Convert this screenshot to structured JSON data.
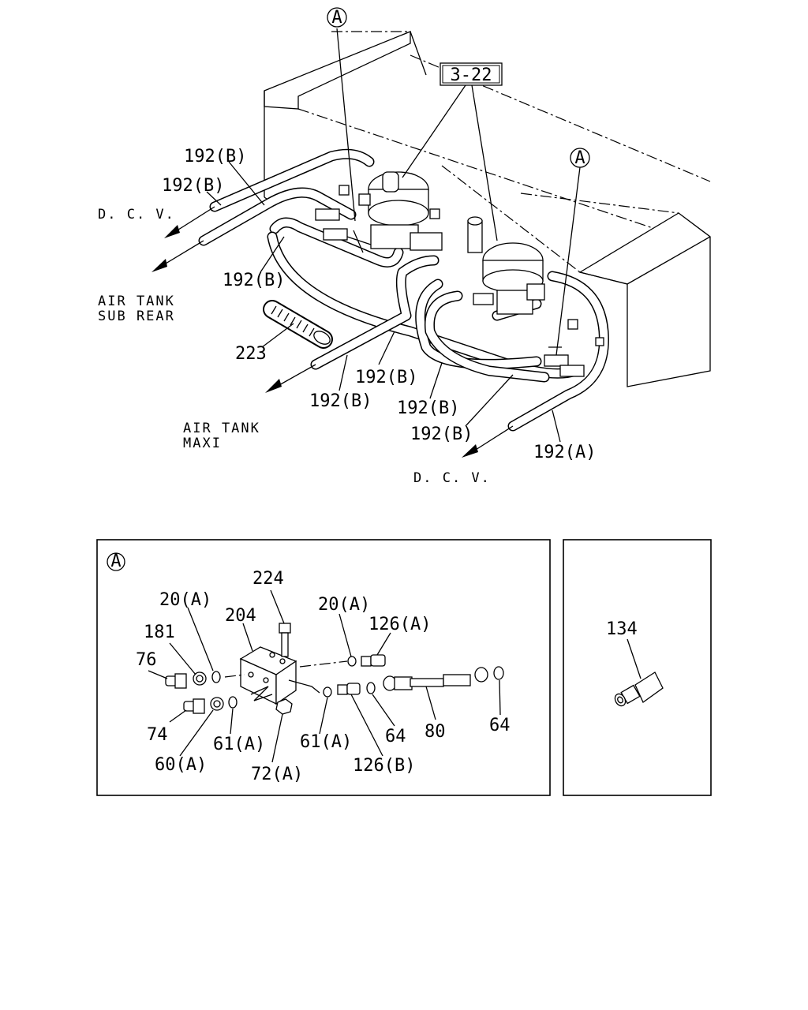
{
  "callout_letter": "A",
  "main_view": {
    "labels": {
      "ref_3_22": "3-22",
      "l192b_1": "192(B)",
      "l192b_2": "192(B)",
      "l192b_3": "192(B)",
      "l192b_4": "192(B)",
      "l192b_5": "192(B)",
      "l192b_6": "192(B)",
      "l192b_7": "192(B)",
      "l192a": "192(A)",
      "l223": "223",
      "dcv_1": "D. C. V.",
      "dcv_2": "D. C. V.",
      "air_tank_sub_rear_1": "AIR TANK",
      "air_tank_sub_rear_2": "SUB REAR",
      "air_tank_maxi_1": "AIR TANK",
      "air_tank_maxi_2": "MAXI"
    }
  },
  "detail_a": {
    "labels": {
      "l224": "224",
      "l20a_1": "20(A)",
      "l204": "204",
      "l20a_2": "20(A)",
      "l126a": "126(A)",
      "l181": "181",
      "l76": "76",
      "l74": "74",
      "l60a": "60(A)",
      "l61a_1": "61(A)",
      "l72a": "72(A)",
      "l61a_2": "61(A)",
      "l126b": "126(B)",
      "l64_1": "64",
      "l80": "80",
      "l64_2": "64"
    }
  },
  "detail_134": {
    "labels": {
      "l134": "134"
    }
  }
}
